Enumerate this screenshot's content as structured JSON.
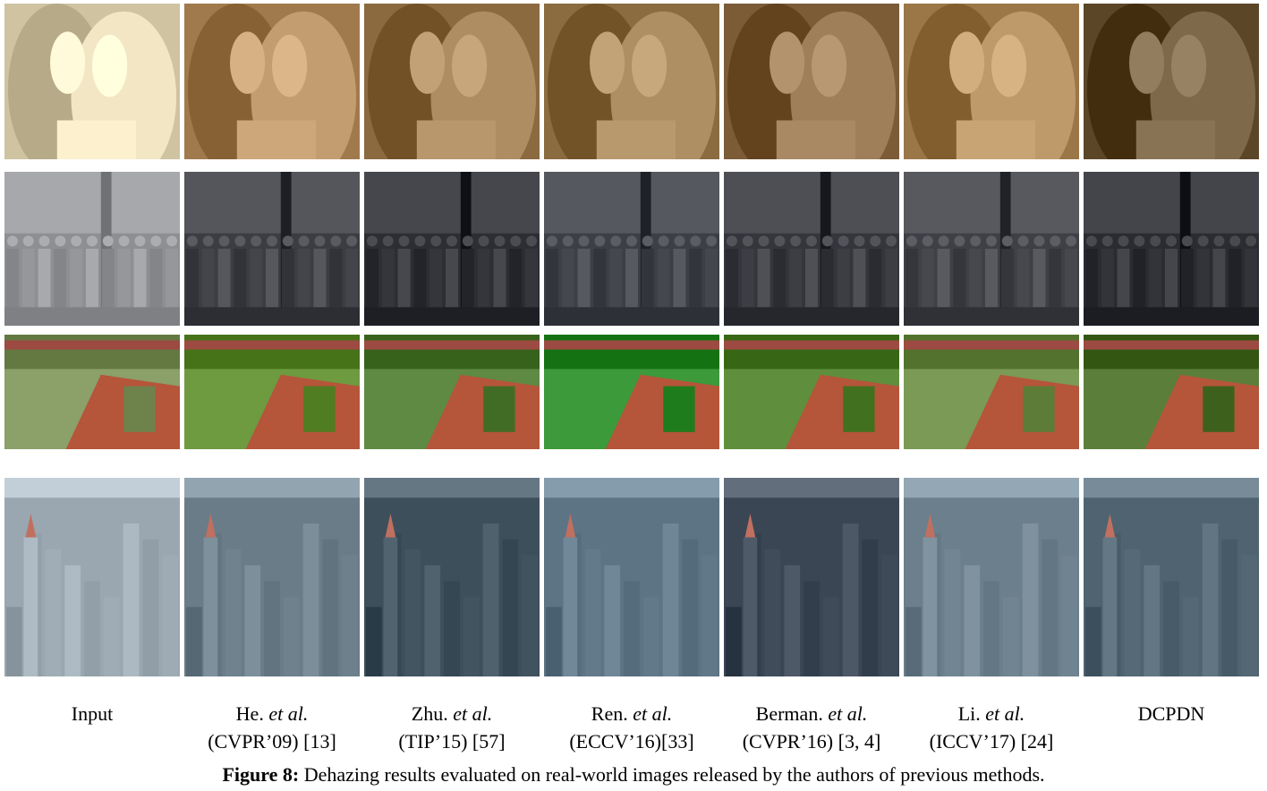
{
  "figure": {
    "columns": [
      {
        "name": "Input",
        "line1_plain": "Input",
        "line1_em": "",
        "line2": ""
      },
      {
        "name": "He",
        "line1_plain": "He. ",
        "line1_em": "et al.",
        "line2": "(CVPR’09) [13]"
      },
      {
        "name": "Zhu",
        "line1_plain": "Zhu. ",
        "line1_em": "et al.",
        "line2": "(TIP’15) [57]"
      },
      {
        "name": "Ren",
        "line1_plain": "Ren. ",
        "line1_em": "et al.",
        "line2": "(ECCV’16)[33]"
      },
      {
        "name": "Berman",
        "line1_plain": "Berman. ",
        "line1_em": "et al.",
        "line2": "(CVPR’16) [3, 4]"
      },
      {
        "name": "Li",
        "line1_plain": "Li. ",
        "line1_em": "et al.",
        "line2": "(ICCV’17) [24]"
      },
      {
        "name": "DCPDN",
        "line1_plain": "DCPDN",
        "line1_em": "",
        "line2": ""
      }
    ],
    "rows": [
      {
        "scene": "portrait",
        "colors": [
          "#cfc3a2",
          "#a07a4c",
          "#8a6a3e",
          "#8b6b40",
          "#7b5c37",
          "#9b7646",
          "#5c4628"
        ]
      },
      {
        "scene": "crowd",
        "colors": [
          "#8e8f93",
          "#3b3d42",
          "#2c2e33",
          "#3c4046",
          "#34363c",
          "#3e4046",
          "#2a2c31"
        ]
      },
      {
        "scene": "stadium",
        "colors": [
          "#8ca06a",
          "#6e9a40",
          "#5f8a44",
          "#3d9a3a",
          "#5f8f3c",
          "#7a9a55",
          "#5b7f3b"
        ]
      },
      {
        "scene": "city",
        "colors": [
          "#9aa7b0",
          "#6a7c88",
          "#3e4f5c",
          "#5d7484",
          "#3a4654",
          "#6c7f8c",
          "#4f6470"
        ]
      }
    ],
    "caption": {
      "prefix": "Figure 8:",
      "text": " Dehazing results evaluated on real-world images released by the authors of previous methods."
    }
  }
}
